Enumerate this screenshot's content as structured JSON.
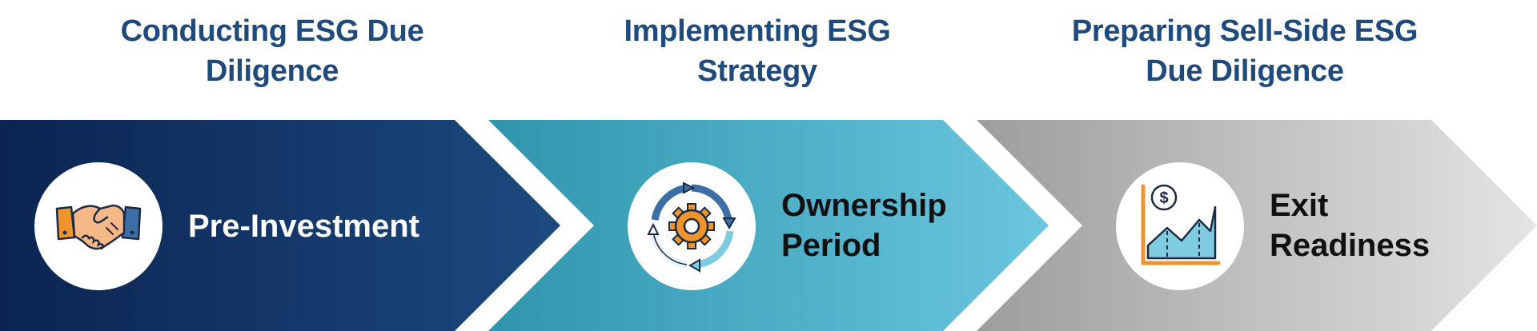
{
  "phases": [
    {
      "heading": "Conducting ESG Due\nDiligence",
      "stage": "Pre-Investment",
      "icon": "handshake-icon",
      "gradient": [
        "#0b2452",
        "#1d4a7f"
      ]
    },
    {
      "heading": "Implementing ESG\nStrategy",
      "stage": "Ownership\nPeriod",
      "icon": "gear-cycle-icon",
      "gradient": [
        "#2f95ad",
        "#6bc6df"
      ]
    },
    {
      "heading": "Preparing Sell-Side ESG\nDue Diligence",
      "stage": "Exit\nReadiness",
      "icon": "growth-chart-dollar-icon",
      "gradient": [
        "#9d9d9d",
        "#e4e4e4"
      ]
    }
  ],
  "colors": {
    "heading": "#1e4a7e",
    "icon_orange": "#f0952d",
    "icon_blue": "#3c6fa5",
    "icon_light_blue": "#7fcbe0",
    "icon_outline": "#1d2a44"
  }
}
